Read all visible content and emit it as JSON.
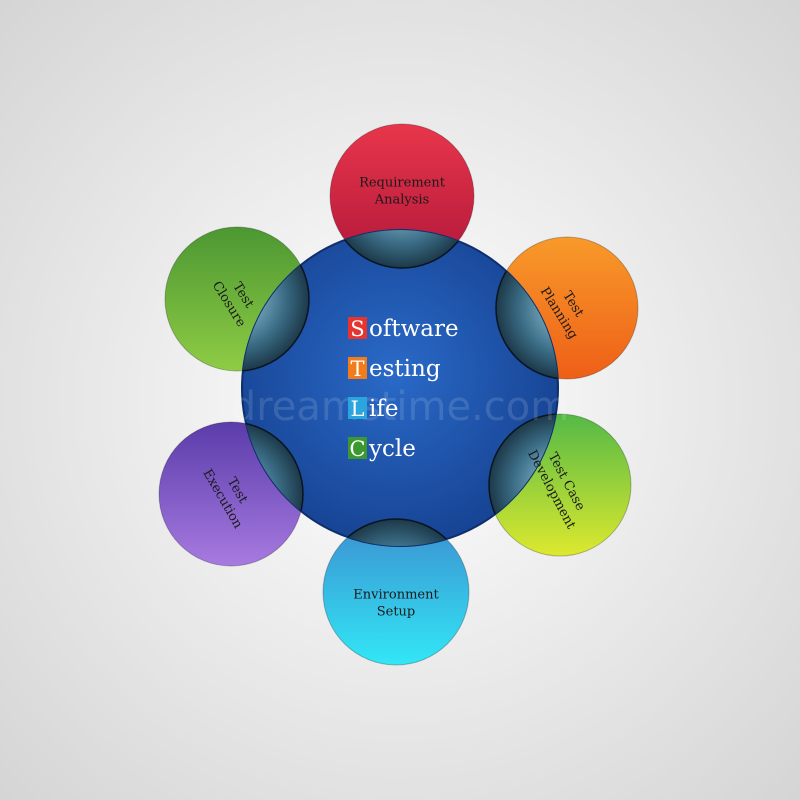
{
  "diagram": {
    "center_title_lines": [
      {
        "initial": "S",
        "rest": "oftware",
        "initial_color": "#e8342f"
      },
      {
        "initial": "T",
        "rest": "esting",
        "initial_color": "#f27b1c"
      },
      {
        "initial": "L",
        "rest": "ife",
        "initial_color": "#2aa5dd"
      },
      {
        "initial": "C",
        "rest": "ycle",
        "initial_color": "#3b9a2f"
      }
    ],
    "center_color": "#1e56b0",
    "watermark": "dreamstime.com",
    "phases": [
      {
        "lines": [
          "Requirement",
          "Analysis"
        ],
        "color_top": "#e8364b",
        "color_bottom": "#b1173a"
      },
      {
        "lines": [
          "Test",
          "Planning"
        ],
        "color_top": "#f89a2a",
        "color_bottom": "#ee5f17"
      },
      {
        "lines": [
          "Test Case",
          "Development"
        ],
        "color_top": "#54b947",
        "color_bottom": "#dde92e"
      },
      {
        "lines": [
          "Environment",
          "Setup"
        ],
        "color_top": "#3c8fd0",
        "color_bottom": "#32e7f6"
      },
      {
        "lines": [
          "Test",
          "Execution"
        ],
        "color_top": "#5a3caa",
        "color_bottom": "#a77ae0"
      },
      {
        "lines": [
          "Test",
          "Closure"
        ],
        "color_top": "#4c9732",
        "color_bottom": "#8fcc45"
      }
    ]
  }
}
